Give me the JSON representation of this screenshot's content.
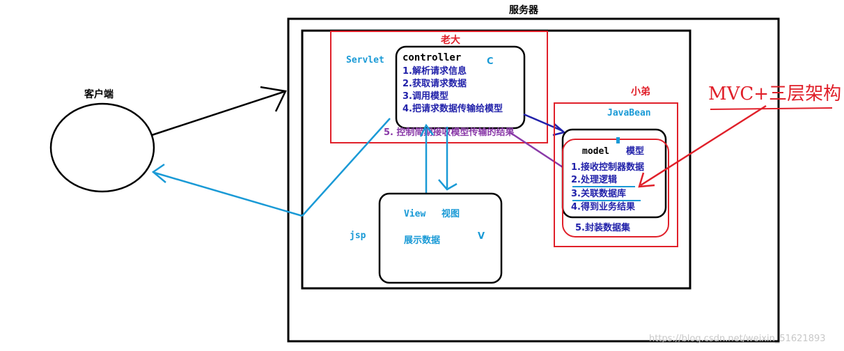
{
  "colors": {
    "black": "#000000",
    "red": "#e0202a",
    "blue": "#1a9ad6",
    "navy": "#2222aa",
    "purple": "#8a3aa8",
    "watermark": "#c8c8c8"
  },
  "server": {
    "title": "服务器"
  },
  "client": {
    "title": "客户端"
  },
  "controller_group": {
    "boss_label": "老大",
    "servlet_label": "Servlet",
    "c_label": "C",
    "box_title": "controller",
    "steps": [
      "1.解析请求信息",
      "2.获取请求数据",
      "3.调用模型",
      "4.把请求数据传输给模型"
    ],
    "step5": "5. 控制简期接收模型传输的结果"
  },
  "model_group": {
    "junior_label": "小弟",
    "javabean_label": "JavaBean",
    "box_title": "model",
    "box_title_cn": "模型",
    "steps": [
      "1.接收控制器数据",
      "2.处理逻辑",
      "3.关联数据库",
      "4.得到业务结果"
    ],
    "step5": "5.封装数据集"
  },
  "view_group": {
    "jsp_label": "jsp",
    "title": "View",
    "title_cn": "视图",
    "desc": "展示数据",
    "v_label": "V"
  },
  "annotation": {
    "text": "MVC+三层架构"
  },
  "watermark": {
    "text": "https://blog.csdn.net/weixin_51621893"
  }
}
